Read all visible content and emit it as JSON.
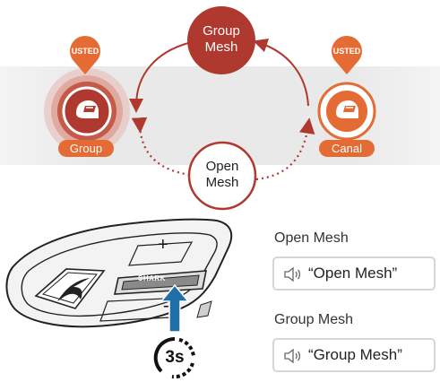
{
  "diagram": {
    "group_mesh_label": [
      "Group",
      "Mesh"
    ],
    "open_mesh_label": [
      "Open",
      "Mesh"
    ],
    "left_user": {
      "pin": "USTED",
      "mode": "Group"
    },
    "right_user": {
      "pin": "USTED",
      "mode": "Canal"
    }
  },
  "device": {
    "brand": "SHARK",
    "plus": "+",
    "minus": "-",
    "hold_time": "3s"
  },
  "modes": [
    {
      "title": "Open Mesh",
      "voice": "“Open Mesh”"
    },
    {
      "title": "Group Mesh",
      "voice": "“Group Mesh”"
    }
  ],
  "colors": {
    "accent_orange": "#e46b34",
    "accent_red": "#b0392f",
    "arrow_blue": "#1f6fa8"
  },
  "icons": [
    "helmet-icon",
    "location-pin-icon",
    "speaker-icon",
    "timer-icon",
    "press-arrow-icon"
  ]
}
